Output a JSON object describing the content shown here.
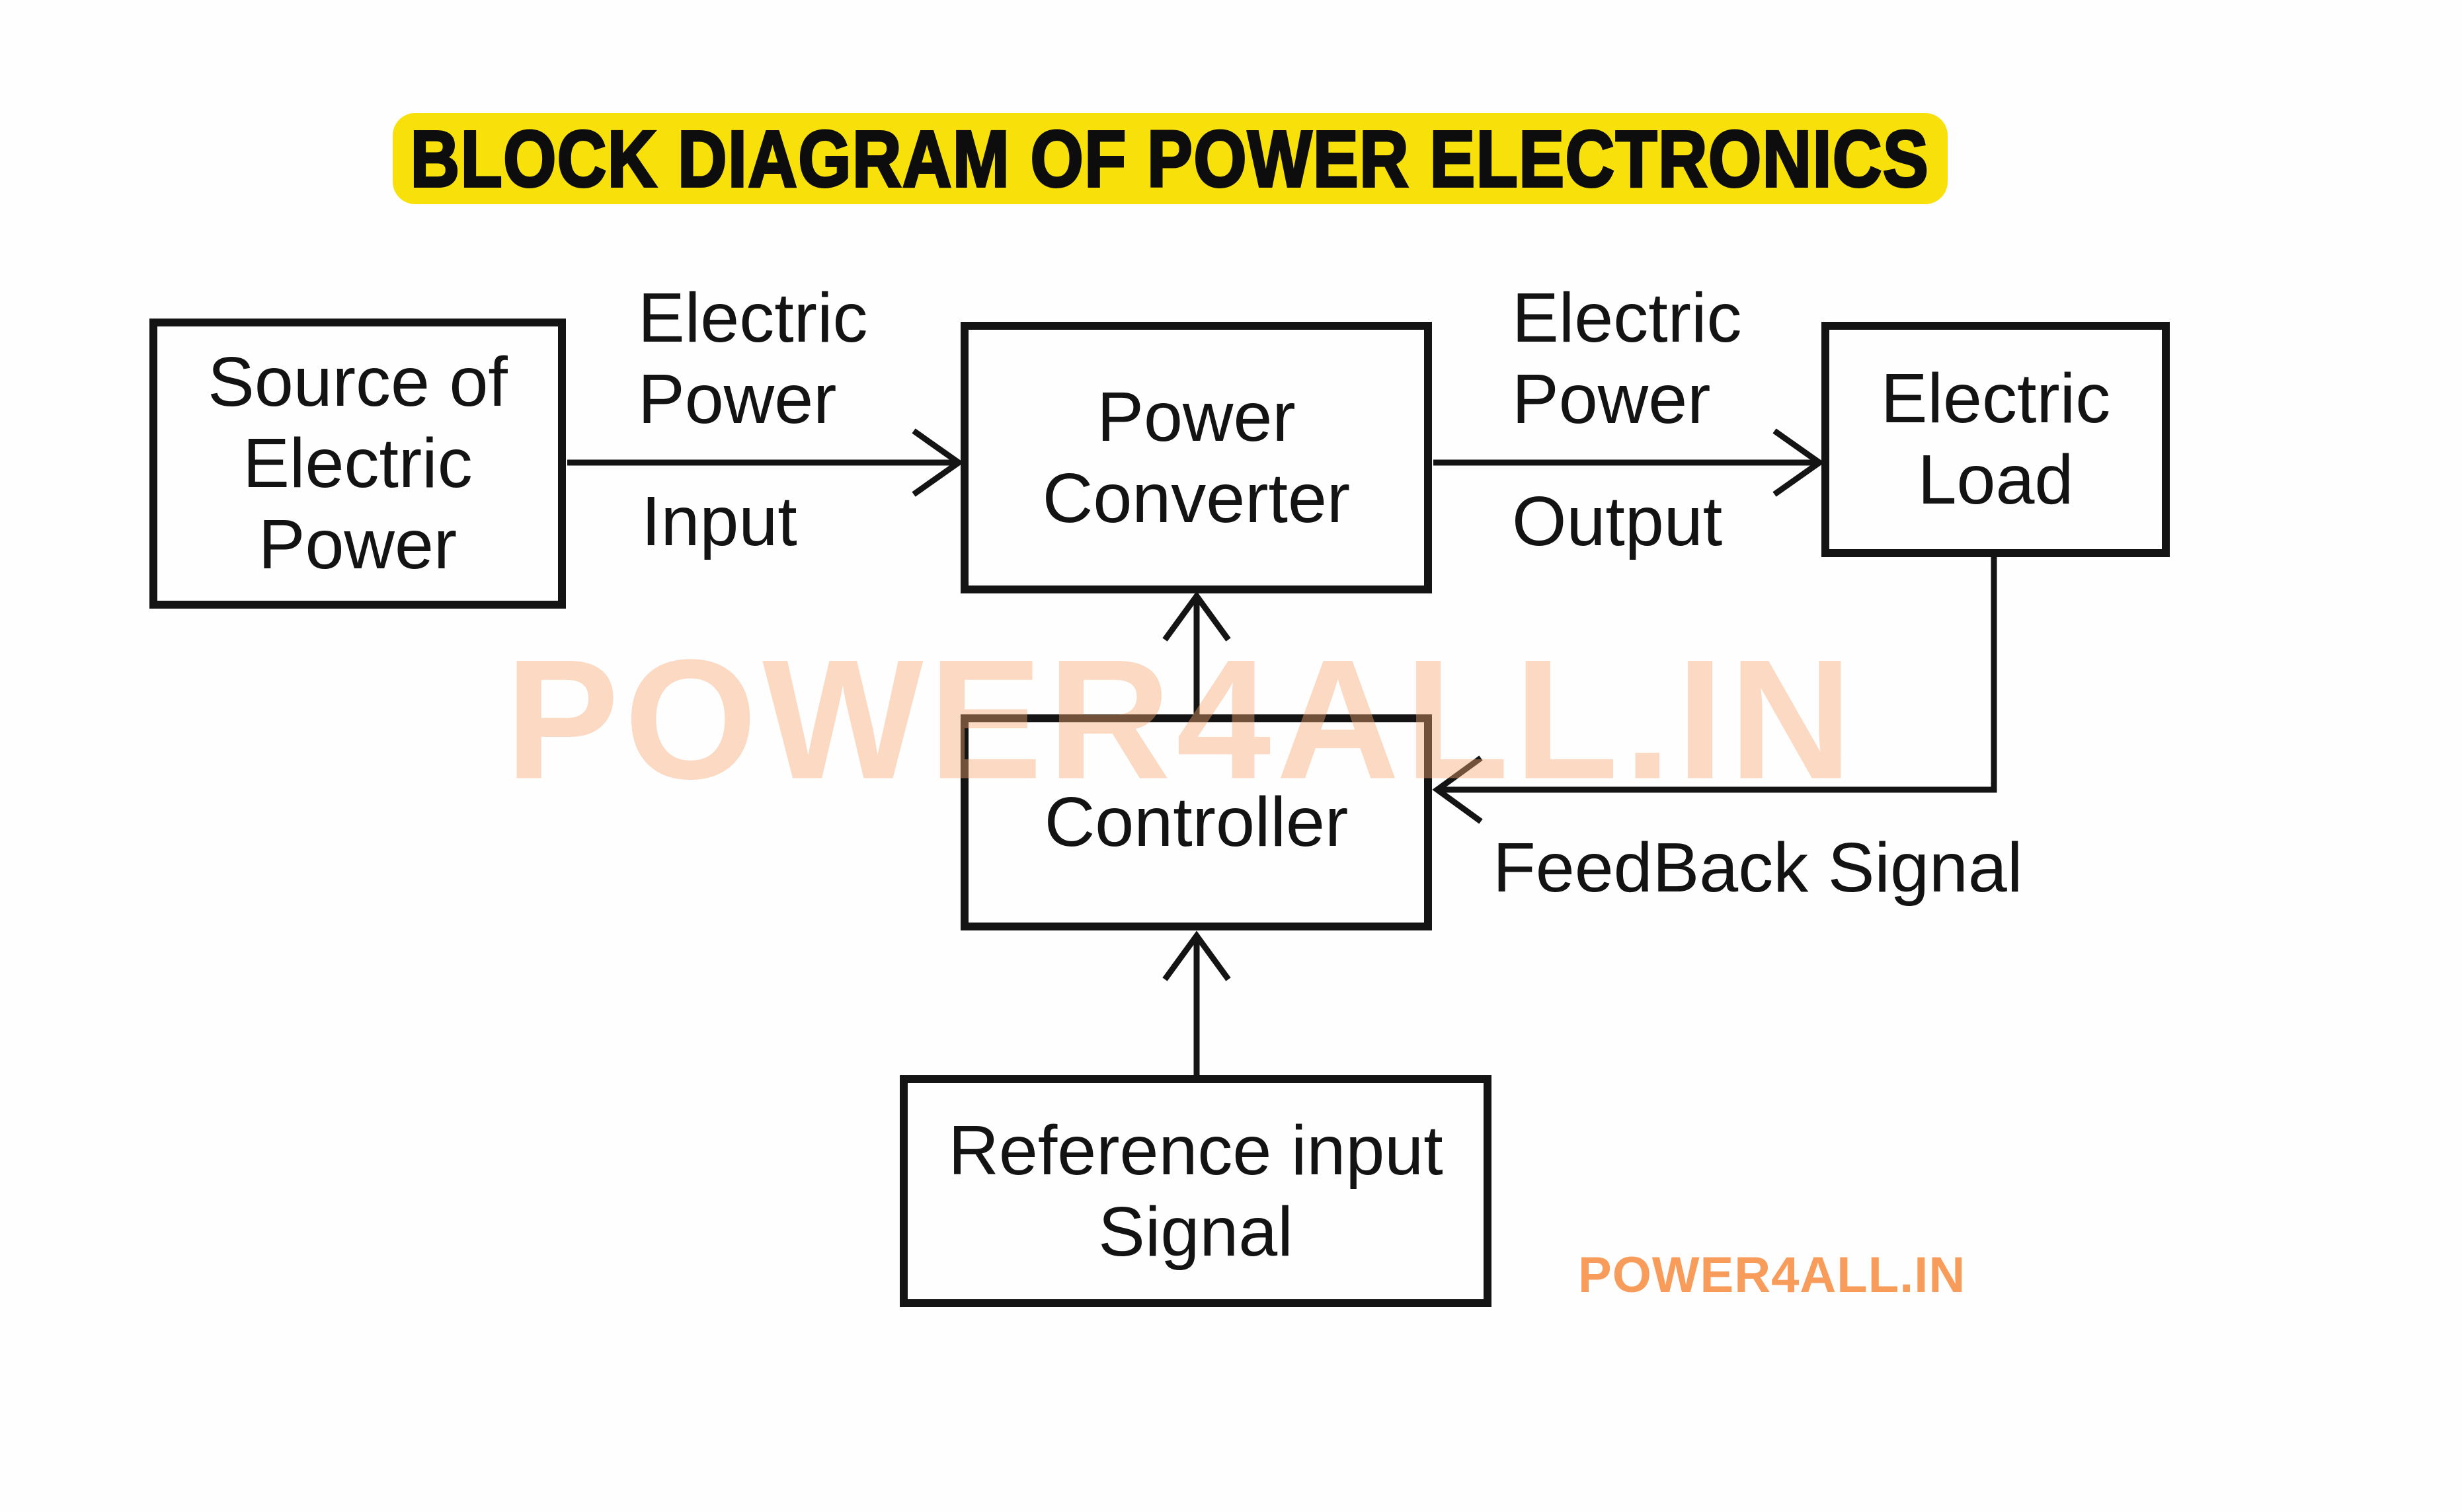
{
  "title": {
    "text": "BLOCK DIAGRAM OF POWER ELECTRONICS",
    "bg_color": "#F8E10A"
  },
  "blocks": {
    "source": {
      "label": "Source of\nElectric\nPower"
    },
    "converter": {
      "label": "Power\nConverter"
    },
    "load": {
      "label": "Electric\nLoad"
    },
    "controller": {
      "label": "Controller"
    },
    "reference": {
      "label": "Reference input\nSignal"
    }
  },
  "edge_labels": {
    "input_top": "Electric\nPower",
    "input_bottom": "Input",
    "output_top": "Electric\nPower",
    "output_bottom": "Output",
    "feedback": "FeedBack Signal"
  },
  "watermark": {
    "text": "POWER4ALL.IN",
    "color_hex": "#FBDFC9"
  },
  "brand": {
    "text": "POWER4ALL.IN",
    "color_hex": "#F89C5B"
  },
  "colors": {
    "line": "#141414",
    "text": "#131313",
    "background": "#FFFEFE",
    "title_bg": "#F8E10A"
  }
}
